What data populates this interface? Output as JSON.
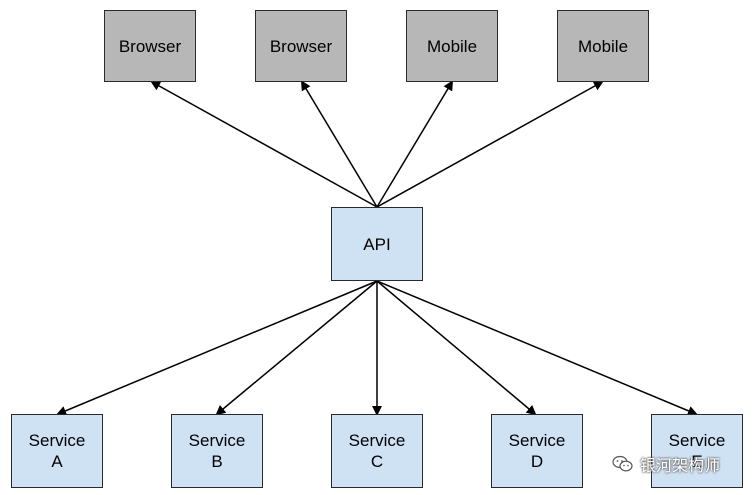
{
  "clients": [
    {
      "label": "Browser"
    },
    {
      "label": "Browser"
    },
    {
      "label": "Mobile"
    },
    {
      "label": "Mobile"
    }
  ],
  "api": {
    "label": "API"
  },
  "services": [
    {
      "line1": "Service",
      "line2": "A"
    },
    {
      "line1": "Service",
      "line2": "B"
    },
    {
      "line1": "Service",
      "line2": "C"
    },
    {
      "line1": "Service",
      "line2": "D"
    },
    {
      "line1": "Service",
      "line2": "E"
    }
  ],
  "watermark": {
    "text": "银河架构师",
    "icon": "wechat-icon"
  },
  "colors": {
    "client_fill": "#b7b7b7",
    "node_fill": "#cfe2f3",
    "border": "#2b2b2b",
    "arrow": "#000000"
  }
}
